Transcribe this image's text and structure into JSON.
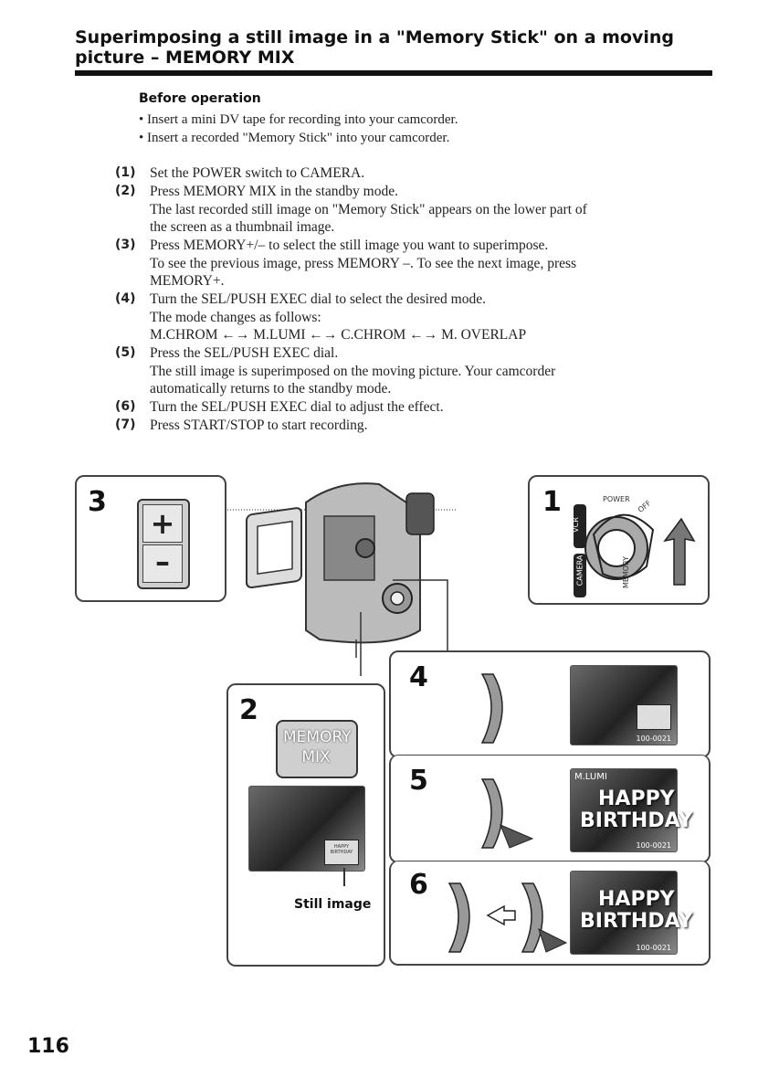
{
  "header": {
    "title": "Superimposing a still image in a \"Memory Stick\" on a moving picture – MEMORY MIX"
  },
  "before_operation": {
    "heading": "Before operation",
    "items": [
      "Insert a mini DV tape for recording into your camcorder.",
      "Insert a recorded \"Memory Stick\" into your camcorder."
    ]
  },
  "steps": [
    {
      "num": "(1)",
      "lines": [
        "Set the POWER switch to CAMERA."
      ]
    },
    {
      "num": "(2)",
      "lines": [
        "Press MEMORY MIX in the standby mode.",
        "The last recorded still image on \"Memory Stick\" appears on the lower part of",
        "the screen as a thumbnail image."
      ]
    },
    {
      "num": "(3)",
      "lines": [
        "Press MEMORY+/– to select the still image you want to superimpose.",
        "To see the previous image, press MEMORY –. To see the next image, press",
        "MEMORY+."
      ]
    },
    {
      "num": "(4)",
      "lines": [
        "Turn the SEL/PUSH EXEC dial to select the desired mode.",
        "The mode changes as follows:",
        "M.CHROM ←→ M.LUMI ←→ C.CHROM ←→ M. OVERLAP"
      ]
    },
    {
      "num": "(5)",
      "lines": [
        "Press the SEL/PUSH EXEC dial.",
        "The still image is superimposed on the moving picture. Your camcorder",
        "automatically returns to the standby mode."
      ]
    },
    {
      "num": "(6)",
      "lines": [
        "Turn the SEL/PUSH EXEC dial to adjust the effect."
      ]
    },
    {
      "num": "(7)",
      "lines": [
        "Press START/STOP to start recording."
      ]
    }
  ],
  "illustration": {
    "panel_3_num": "3",
    "panel_1_num": "1",
    "panel_2_num": "2",
    "panel_4_num": "4",
    "panel_5_num": "5",
    "panel_6_num": "6",
    "memory_mix_button": "MEMORY MIX",
    "still_image_caption": "Still image",
    "power_label": "POWER",
    "vcr_label": "VCR",
    "off_label": "OFF",
    "camera_label": "CAMERA",
    "memory_label": "MEMORY",
    "thumb_text_small": "HAPPY BIRTHDAY",
    "mode_text": "M.LUMI",
    "happy_text": "HAPPY",
    "birthday_text": "BIRTHDAY",
    "file_no": "100-0021"
  },
  "footer": {
    "page_number": "116"
  }
}
